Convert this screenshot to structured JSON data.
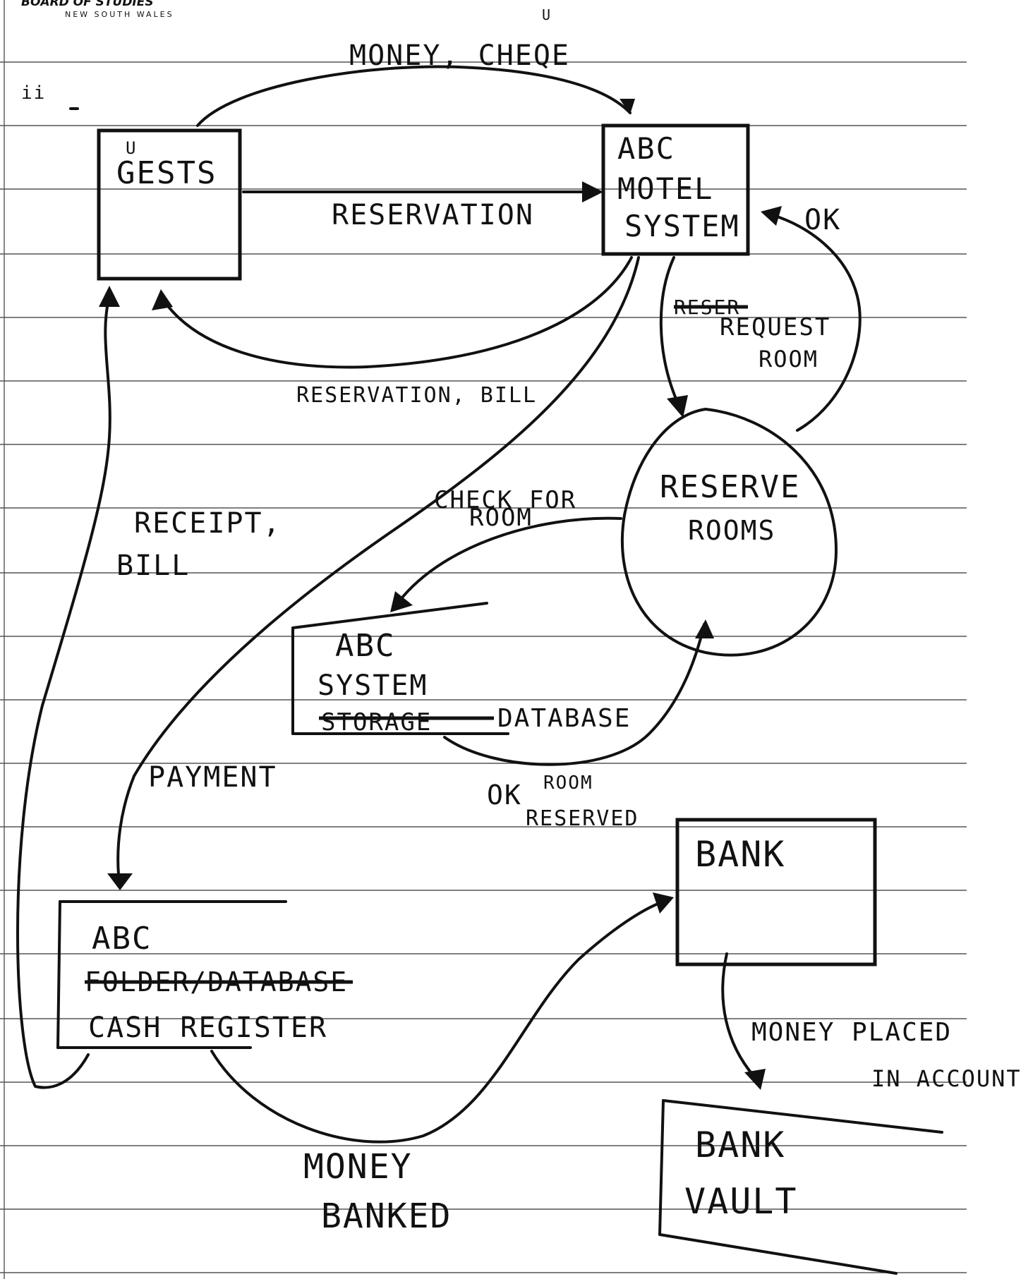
{
  "header": {
    "org_line1": "BOARD OF STUDIES",
    "org_line2": "NEW SOUTH WALES",
    "question_no": "ii"
  },
  "diagram": {
    "nodes": {
      "guests": "GESTS",
      "guests_insert": "U",
      "motel_system": [
        "ABC",
        "MOTEL",
        "SYSTEM"
      ],
      "reserve_room": [
        "RESERVE",
        "ROOMS"
      ],
      "system_db": [
        "ABC",
        "SYSTEM",
        "STORAGE",
        "DATABASE"
      ],
      "cash_register": [
        "ABC",
        "FOLDER/DATABASE",
        "CASH REGISTER"
      ],
      "bank": "BANK",
      "bank_vault": [
        "BANK",
        "VAULT"
      ]
    },
    "flows": {
      "money_cheque": "MONEY, CHEQE",
      "money_cheque_insert": "U",
      "reservation": "RESERVATION",
      "reservation_bill": "RESERVATION, BILL",
      "ok": "OK",
      "request_room_struck": "RESER",
      "request_room": [
        "REQUEST",
        "ROOM"
      ],
      "check_for_room": [
        "CHECK FOR",
        "ROOM"
      ],
      "ok_room_reserved": [
        "OK",
        "ROOM",
        "RESERVED"
      ],
      "receipt_bill": [
        "RECEIPT,",
        "BILL"
      ],
      "payment": "PAYMENT",
      "money_banked": [
        "MONEY",
        "BANKED"
      ],
      "money_placed": [
        "MONEY PLACED",
        "IN ACCOUNT"
      ]
    }
  }
}
